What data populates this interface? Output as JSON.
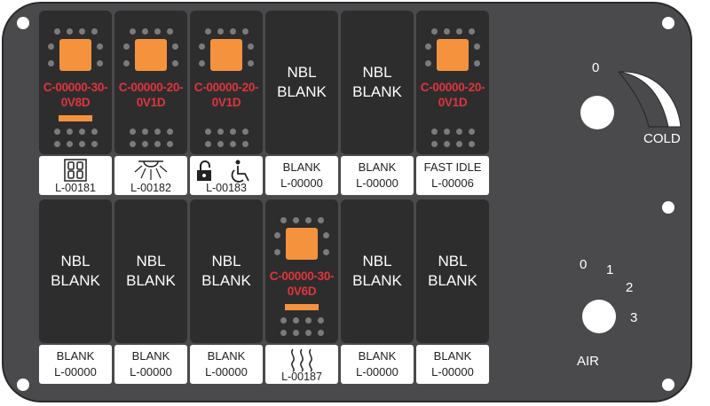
{
  "top_row": [
    {
      "kind": "switch",
      "code": "C-00000-30-\n0V8D",
      "bar": true,
      "label_code": "L-00181",
      "icon": "dual-socket-icon"
    },
    {
      "kind": "switch",
      "code": "C-00000-20-\n0V1D",
      "bar": false,
      "label_code": "L-00182",
      "icon": "dome-light-icon"
    },
    {
      "kind": "switch",
      "code": "C-00000-20-\n0V1D",
      "bar": false,
      "label_code": "L-00183",
      "icon": "lock-wheelchair-icon"
    },
    {
      "kind": "blank",
      "text": "NBL\nBLANK",
      "label_text": "BLANK",
      "label_code": "L-00000"
    },
    {
      "kind": "blank",
      "text": "NBL\nBLANK",
      "label_text": "BLANK",
      "label_code": "L-00000"
    },
    {
      "kind": "switch",
      "code": "C-00000-20-\n0V1D",
      "bar": false,
      "label_text": "FAST IDLE",
      "label_code": "L-00006"
    }
  ],
  "bottom_row": [
    {
      "kind": "blank",
      "text": "NBL\nBLANK",
      "label_text": "BLANK",
      "label_code": "L-00000"
    },
    {
      "kind": "blank",
      "text": "NBL\nBLANK",
      "label_text": "BLANK",
      "label_code": "L-00000"
    },
    {
      "kind": "blank",
      "text": "NBL\nBLANK",
      "label_text": "BLANK",
      "label_code": "L-00000"
    },
    {
      "kind": "switch",
      "code": "C-00000-30-\n0V6D",
      "bar": true,
      "label_code": "L-00187",
      "icon": "heat-waves-icon"
    },
    {
      "kind": "blank",
      "text": "NBL\nBLANK",
      "label_text": "BLANK",
      "label_code": "L-00000"
    },
    {
      "kind": "blank",
      "text": "NBL\nBLANK",
      "label_text": "BLANK",
      "label_code": "L-00000"
    }
  ],
  "temp_knob": {
    "zero": "0",
    "label": "COLD"
  },
  "air_knob": {
    "positions": [
      "0",
      "1",
      "2",
      "3"
    ],
    "label": "AIR"
  },
  "colors": {
    "panel": "#4a4a4c",
    "switch": "#2d2d2e",
    "led": "#f5923e",
    "code": "#e0343d"
  }
}
